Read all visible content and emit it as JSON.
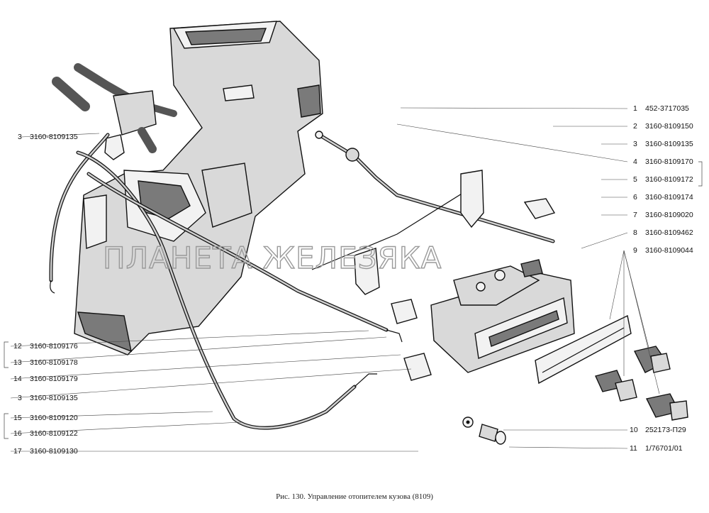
{
  "callouts_left": [
    {
      "num": "3",
      "code": "3160-8109135"
    },
    {
      "num": "12",
      "code": "3160-8109176"
    },
    {
      "num": "13",
      "code": "3160-8109178"
    },
    {
      "num": "14",
      "code": "3160-8109179"
    },
    {
      "num": "3",
      "code": "3160-8109135"
    },
    {
      "num": "15",
      "code": "3160-8109120"
    },
    {
      "num": "16",
      "code": "3160-8109122"
    },
    {
      "num": "17",
      "code": "3160-8109130"
    }
  ],
  "callouts_right": [
    {
      "num": "1",
      "code": "452-3717035"
    },
    {
      "num": "2",
      "code": "3160-8109150"
    },
    {
      "num": "3",
      "code": "3160-8109135"
    },
    {
      "num": "4",
      "code": "3160-8109170"
    },
    {
      "num": "5",
      "code": "3160-8109172"
    },
    {
      "num": "6",
      "code": "3160-8109174"
    },
    {
      "num": "7",
      "code": "3160-8109020"
    },
    {
      "num": "8",
      "code": "3160-8109462"
    },
    {
      "num": "9",
      "code": "3160-8109044"
    },
    {
      "num": "10",
      "code": "252173-П29"
    },
    {
      "num": "11",
      "code": "1/76701/01"
    }
  ],
  "watermark": "ПЛАНЕТА ЖЕЛЕЗЯКА",
  "caption": "Рис. 130. Управление отопителем кузова (8109)"
}
